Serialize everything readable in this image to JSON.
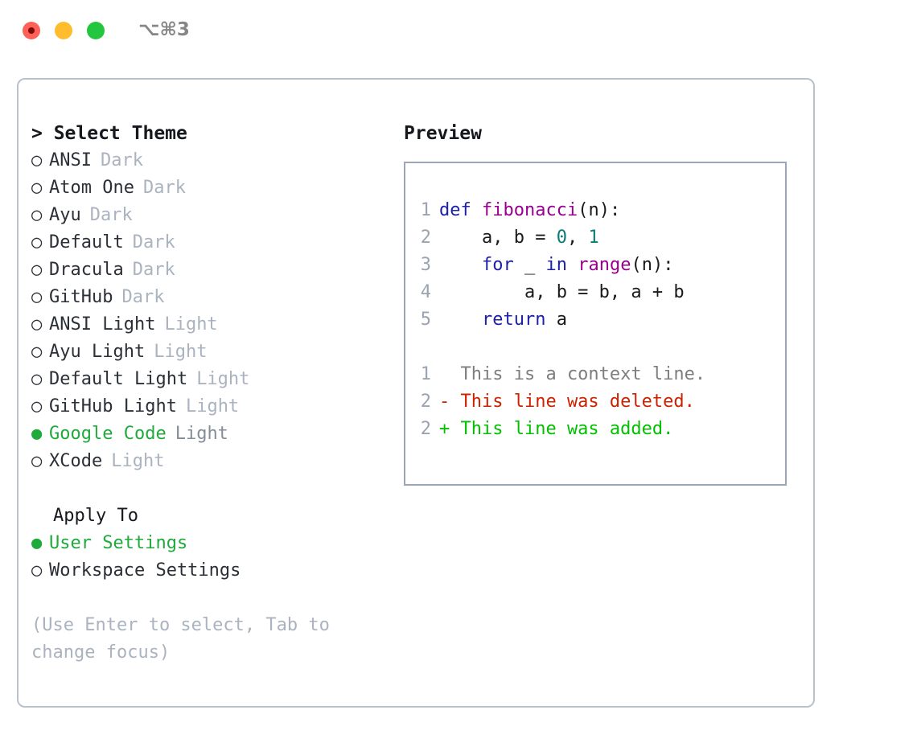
{
  "window": {
    "shortcut": "⌥⌘3",
    "traffic_lights": [
      {
        "name": "close",
        "color": "#ff6058"
      },
      {
        "name": "minimize",
        "color": "#ffbd2e"
      },
      {
        "name": "maximize",
        "color": "#23c63f"
      }
    ]
  },
  "theme_picker": {
    "header": "> Select Theme",
    "radio_off": "○",
    "radio_on": "●",
    "options": [
      {
        "label": "ANSI",
        "badge": "Dark",
        "selected": false
      },
      {
        "label": "Atom One",
        "badge": "Dark",
        "selected": false
      },
      {
        "label": "Ayu",
        "badge": "Dark",
        "selected": false
      },
      {
        "label": "Default",
        "badge": "Dark",
        "selected": false
      },
      {
        "label": "Dracula",
        "badge": "Dark",
        "selected": false
      },
      {
        "label": "GitHub",
        "badge": "Dark",
        "selected": false
      },
      {
        "label": "ANSI Light",
        "badge": "Light",
        "selected": false
      },
      {
        "label": "Ayu Light",
        "badge": "Light",
        "selected": false
      },
      {
        "label": "Default Light",
        "badge": "Light",
        "selected": false
      },
      {
        "label": "GitHub Light",
        "badge": "Light",
        "selected": false
      },
      {
        "label": "Google Code",
        "badge": "Light",
        "selected": true
      },
      {
        "label": "XCode",
        "badge": "Light",
        "selected": false
      }
    ]
  },
  "apply_to": {
    "header": "Apply To",
    "options": [
      {
        "label": "User Settings",
        "selected": true
      },
      {
        "label": "Workspace Settings",
        "selected": false
      }
    ]
  },
  "hint": "(Use Enter to select, Tab to change focus)",
  "preview": {
    "title": "Preview",
    "code_lines": [
      {
        "no": "1",
        "tokens": [
          {
            "t": "def ",
            "c": "kw"
          },
          {
            "t": "fibonacci",
            "c": "fn"
          },
          {
            "t": "(n):",
            "c": "plain"
          }
        ]
      },
      {
        "no": "2",
        "tokens": [
          {
            "t": "    a, b = ",
            "c": "plain"
          },
          {
            "t": "0",
            "c": "num"
          },
          {
            "t": ", ",
            "c": "plain"
          },
          {
            "t": "1",
            "c": "num"
          }
        ]
      },
      {
        "no": "3",
        "tokens": [
          {
            "t": "    ",
            "c": "plain"
          },
          {
            "t": "for",
            "c": "kw"
          },
          {
            "t": " _ ",
            "c": "plain"
          },
          {
            "t": "in",
            "c": "kw"
          },
          {
            "t": " ",
            "c": "plain"
          },
          {
            "t": "range",
            "c": "fn"
          },
          {
            "t": "(n):",
            "c": "plain"
          }
        ]
      },
      {
        "no": "4",
        "tokens": [
          {
            "t": "        a, b = b, a + b",
            "c": "plain"
          }
        ]
      },
      {
        "no": "5",
        "tokens": [
          {
            "t": "    ",
            "c": "plain"
          },
          {
            "t": "return",
            "c": "kw"
          },
          {
            "t": " a",
            "c": "plain"
          }
        ]
      }
    ],
    "diff_lines": [
      {
        "no": "1",
        "tokens": [
          {
            "t": "  This is a context line.",
            "c": "ctx"
          }
        ]
      },
      {
        "no": "2",
        "tokens": [
          {
            "t": "- This line was deleted.",
            "c": "del"
          }
        ]
      },
      {
        "no": "2",
        "tokens": [
          {
            "t": "+ This line was added.",
            "c": "add"
          }
        ]
      }
    ]
  }
}
